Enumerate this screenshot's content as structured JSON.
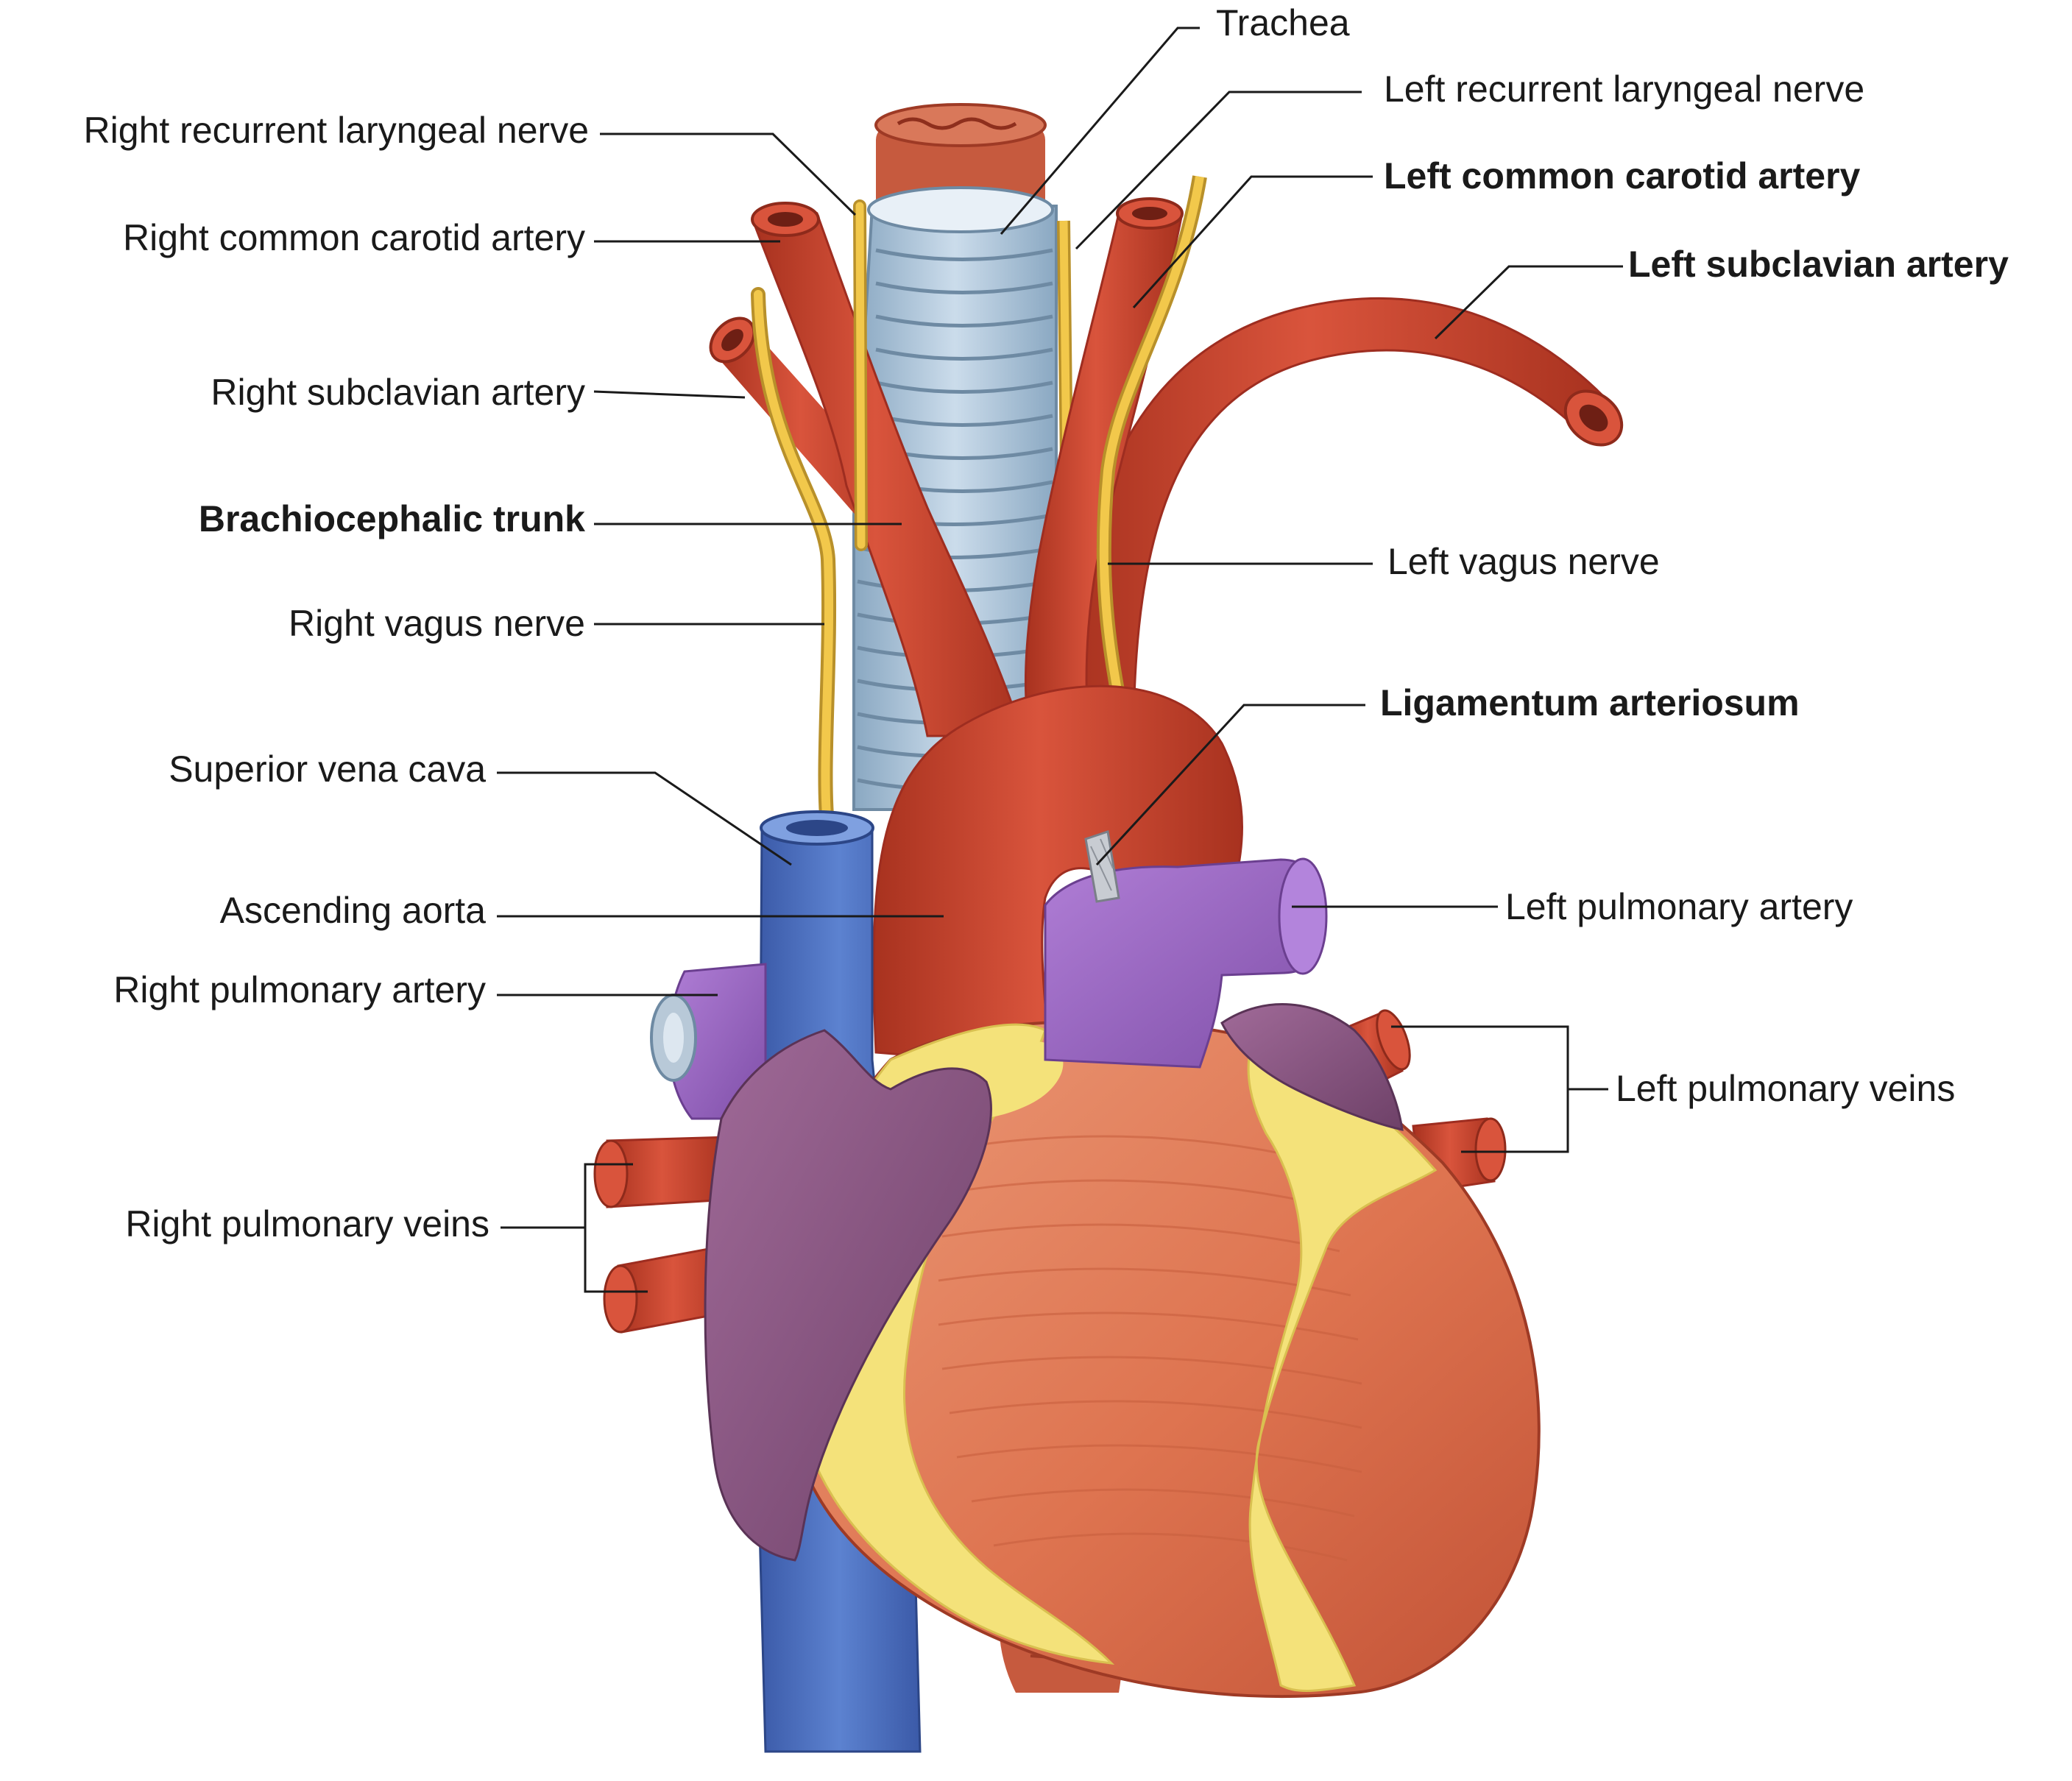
{
  "labels": {
    "trachea": "Trachea",
    "left_recurrent_laryngeal_nerve": "Left recurrent laryngeal nerve",
    "right_recurrent_laryngeal_nerve": "Right recurrent laryngeal nerve",
    "left_common_carotid_artery": "Left common carotid artery",
    "right_common_carotid_artery": "Right common carotid artery",
    "left_subclavian_artery": "Left subclavian artery",
    "right_subclavian_artery": "Right subclavian artery",
    "brachiocephalic_trunk": "Brachiocephalic trunk",
    "left_vagus_nerve": "Left vagus nerve",
    "right_vagus_nerve": "Right vagus nerve",
    "ligamentum_arteriosum": "Ligamentum arteriosum",
    "superior_vena_cava": "Superior vena cava",
    "ascending_aorta": "Ascending aorta",
    "left_pulmonary_artery": "Left pulmonary artery",
    "right_pulmonary_artery": "Right pulmonary artery",
    "left_pulmonary_veins": "Left pulmonary veins",
    "right_pulmonary_veins": "Right pulmonary veins"
  },
  "colors": {
    "artery": "#c8412f",
    "artery_dark": "#9e2d20",
    "vein_blue": "#4a6fc0",
    "pulmonary_artery_purple": "#9a64c2",
    "atrium_purple": "#8e5a86",
    "nerve_yellow": "#f2c84b",
    "fat_yellow": "#f4e27a",
    "trachea_blue": "#a9c3d8",
    "heart_muscle": "#e17a57",
    "esophagus": "#c65a3e"
  }
}
